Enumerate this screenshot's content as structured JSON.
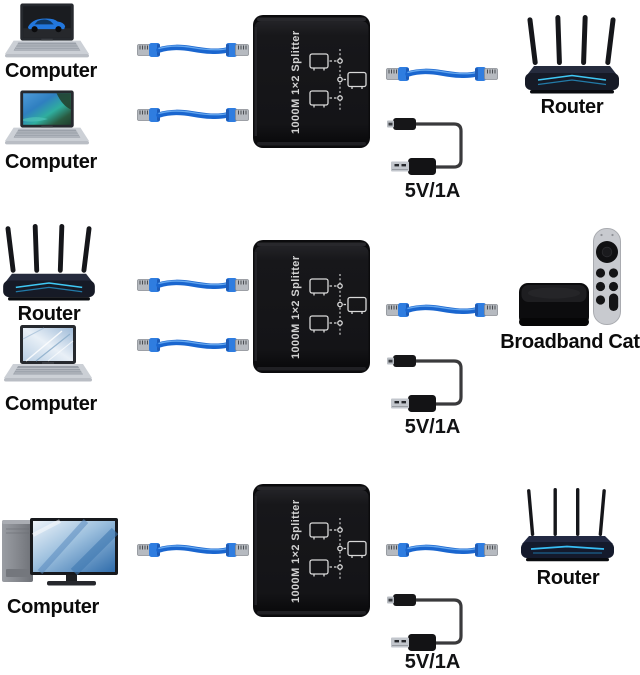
{
  "splitter": {
    "label": "1000M 1×2 Splitter"
  },
  "rows": [
    {
      "left": [
        {
          "device": "laptop",
          "label": "Computer"
        },
        {
          "device": "laptop",
          "label": "Computer"
        }
      ],
      "splitter_label": "1000M 1×2 Splitter",
      "power_label": "5V/1A",
      "right": {
        "device": "router",
        "label": "Router"
      }
    },
    {
      "left": [
        {
          "device": "router",
          "label": "Router"
        },
        {
          "device": "laptop",
          "label": "Computer"
        }
      ],
      "splitter_label": "1000M 1×2 Splitter",
      "power_label": "5V/1A",
      "right": {
        "device": "set-top-box",
        "label": "Broadband Cat"
      }
    },
    {
      "left": [
        {
          "device": "desktop-computer",
          "label": "Computer"
        }
      ],
      "splitter_label": "1000M 1×2 Splitter",
      "power_label": "5V/1A",
      "right": {
        "device": "router",
        "label": "Router"
      }
    }
  ],
  "colors": {
    "background": "#ffffff",
    "cable_blue": "#1a66cf",
    "connector_boot_blue": "#2f7de0",
    "connector_head_gray": "#b6bac0",
    "splitter_body": "#0b0b0d",
    "splitter_text": "#d2d2d2",
    "router_glow_cyan": "#41d2ff",
    "power_cable_black": "#3a3a3c",
    "label_text": "#0b0b0b"
  }
}
